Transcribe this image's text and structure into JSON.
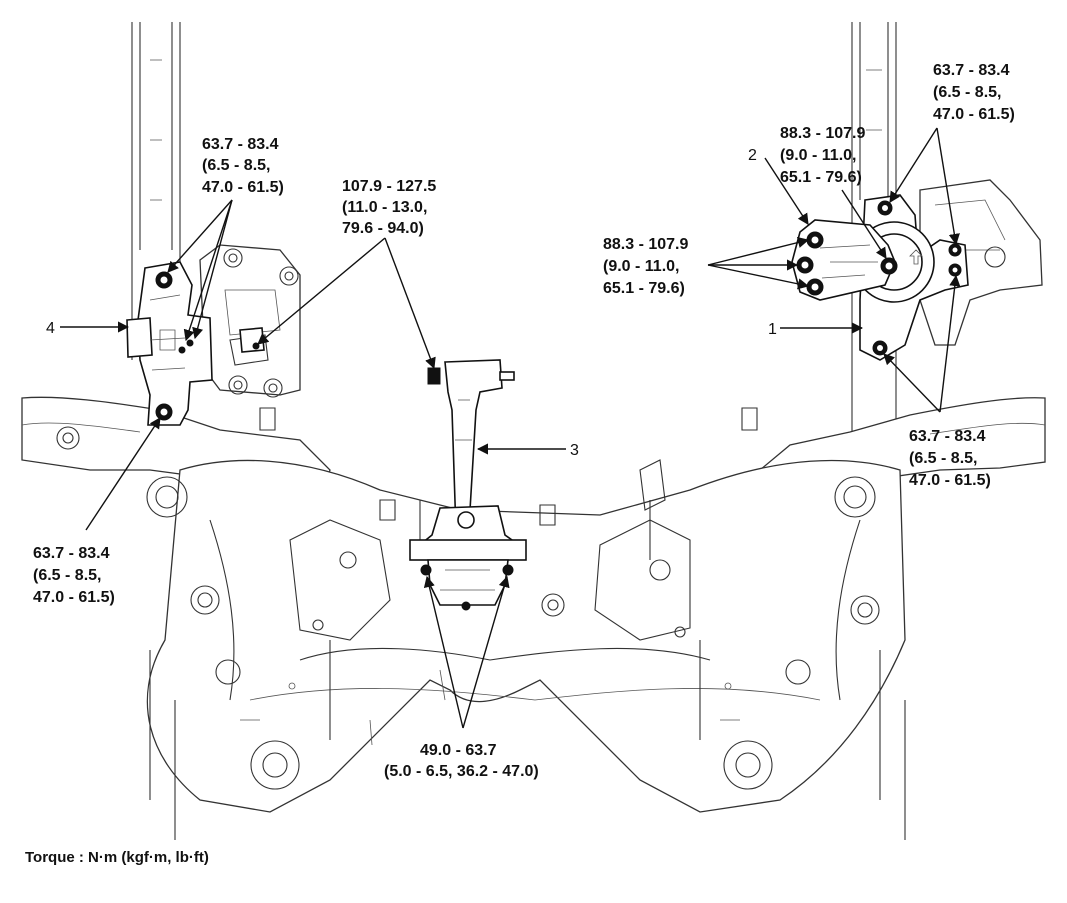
{
  "torque_note": "Torque : N·m (kgf·m, lb·ft)",
  "callouts": {
    "left_upper": [
      "63.7 - 83.4",
      "(6.5 - 8.5,",
      "47.0 - 61.5)"
    ],
    "left_lower": [
      "63.7 - 83.4",
      "(6.5 - 8.5,",
      "47.0 - 61.5)"
    ],
    "center_top": [
      "107.9 - 127.5",
      "(11.0 - 13.0,",
      "79.6 - 94.0)"
    ],
    "center_bottom": [
      "49.0 - 63.7",
      "(5.0 - 6.5, 36.2 - 47.0)"
    ],
    "right_center": [
      "88.3 - 107.9",
      "(9.0 - 11.0,",
      "65.1 - 79.6)"
    ],
    "right_left": [
      "88.3 - 107.9",
      "(9.0 - 11.0,",
      "65.1 - 79.6)"
    ],
    "right_top": [
      "63.7 - 83.4",
      "(6.5 - 8.5,",
      "47.0 - 61.5)"
    ],
    "right_lower": [
      "63.7 - 83.4",
      "(6.5 - 8.5,",
      "47.0 - 61.5)"
    ]
  },
  "part_numbers": {
    "p1": "1",
    "p2": "2",
    "p3": "3",
    "p4": "4"
  },
  "colors": {
    "line": "#111111",
    "frame": "#333333",
    "background": "#ffffff"
  }
}
